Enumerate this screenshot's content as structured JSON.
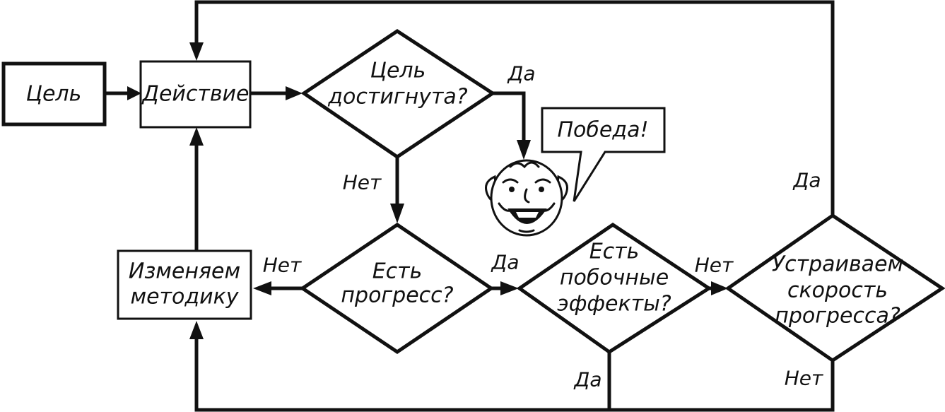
{
  "nodes": {
    "goal": "Цель",
    "action": "Действие",
    "goal_reached": [
      "Цель",
      "достигнута?"
    ],
    "progress": [
      "Есть",
      "прогресс?"
    ],
    "side_effects": [
      "Есть",
      "побочные",
      "эффекты?"
    ],
    "speed_ok": [
      "Устраиваем",
      "скорость",
      "прогресса?"
    ],
    "change_method": [
      "Изменяем",
      "методику"
    ],
    "victory": "Победа!"
  },
  "edges": {
    "goal_reached_yes": "Да",
    "goal_reached_no": "Нет",
    "progress_no": "Нет",
    "progress_yes": "Да",
    "side_effects_no": "Нет",
    "side_effects_yes": "Да",
    "speed_ok_yes": "Да",
    "speed_ok_no": "Нет"
  },
  "icons": {
    "character": "smiling-face-icon"
  },
  "colors": {
    "ink": "#111111",
    "background": "#ffffff"
  }
}
